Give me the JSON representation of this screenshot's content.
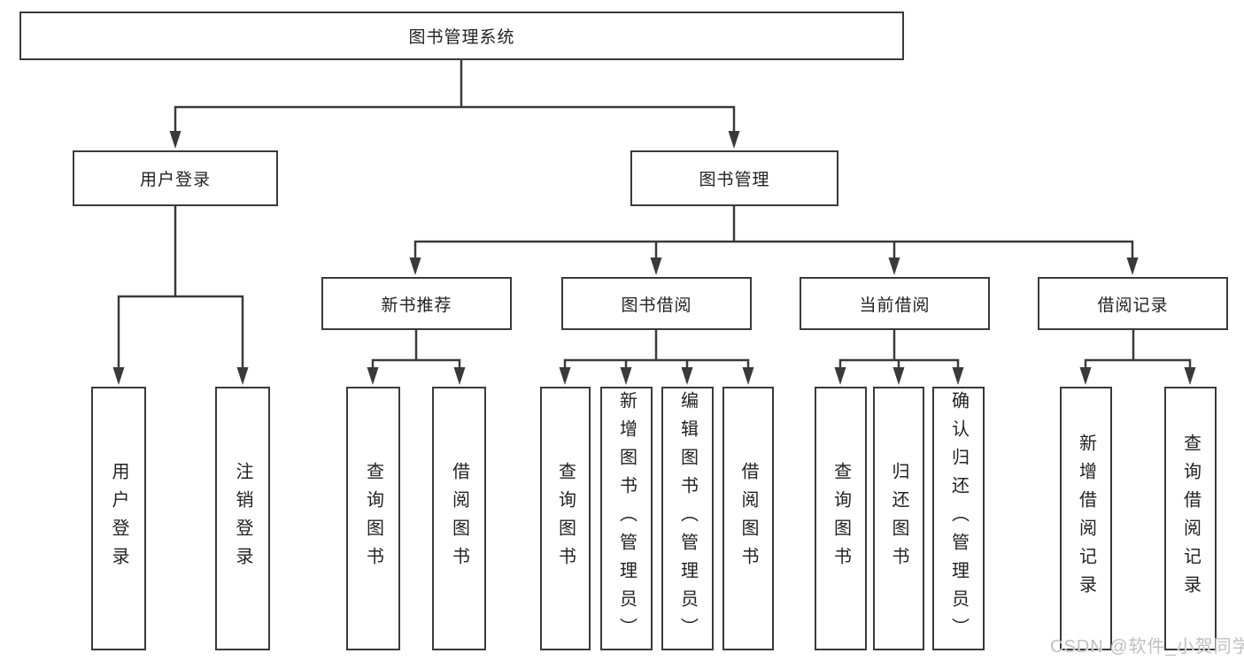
{
  "colors": {
    "background": "#ffffff",
    "line": "#3a3a3a",
    "box_border": "#3a3a3a",
    "box_fill": "#ffffff",
    "text": "#222222",
    "watermark": "#c0c0c0"
  },
  "diagram": {
    "root": {
      "label": "图书管理系统"
    },
    "user_login": {
      "label": "用户登录",
      "children": [
        {
          "label": "用户登录"
        },
        {
          "label": "注销登录"
        }
      ]
    },
    "book_mgmt": {
      "label": "图书管理",
      "sections": [
        {
          "label": "新书推荐",
          "children": [
            {
              "label": "查询图书"
            },
            {
              "label": "借阅图书"
            }
          ]
        },
        {
          "label": "图书借阅",
          "children": [
            {
              "label": "查询图书"
            },
            {
              "label": "新增图书（管理员）"
            },
            {
              "label": "编辑图书（管理员）"
            },
            {
              "label": "借阅图书"
            }
          ]
        },
        {
          "label": "当前借阅",
          "children": [
            {
              "label": "查询图书"
            },
            {
              "label": "归还图书"
            },
            {
              "label": "确认归还（管理员）"
            }
          ]
        },
        {
          "label": "借阅记录",
          "children": [
            {
              "label": "新增借阅记录"
            },
            {
              "label": "查询借阅记录"
            }
          ]
        }
      ]
    }
  },
  "watermark": {
    "text": "CSDN @软件_小贺同学"
  }
}
